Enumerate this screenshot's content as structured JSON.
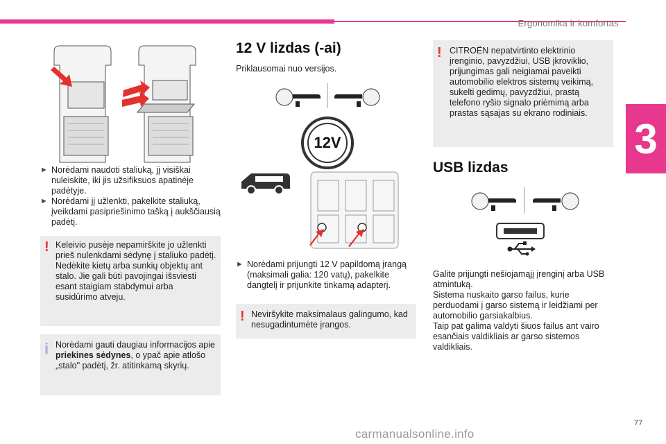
{
  "header": {
    "title": "Ergonomika ir komfortas"
  },
  "chapter": {
    "number": "3"
  },
  "page": {
    "number": "77"
  },
  "watermark": {
    "text": "carmanualsonline.info"
  },
  "left": {
    "bullets": [
      "Norėdami naudoti staliuką, jį visiškai nuleiskite, iki jis užsifiksuos apatinėje padėtyje.",
      "Norėdami jį užlenkti, pakelkite staliuką, įveikdami pasipriešinimo tašką į aukščiausią padėtį."
    ],
    "warning": "Keleivio pusėje nepamirškite jo užlenkti prieš nulenkdami sėdynę į staliuko padėtį. Nedėkite kietų arba sunkių objektų ant stalo. Jie gali būti pavojingai išsviesti esant staigiam stabdymui arba susidūrimo atveju.",
    "info_pre": "Norėdami gauti daugiau informacijos apie ",
    "info_bold": "priekines sėdynes",
    "info_post": ", o ypač apie atlošo „stalo\" padėtį, žr. atitinkamą skyrių."
  },
  "middle": {
    "title": "12 V lizdas (-ai)",
    "subtitle": "Priklausomai nuo versijos.",
    "socket_label": "12V",
    "bullet": "Norėdami prijungti 12 V papildomą įrangą (maksimali galia: 120 vatų), pakelkite dangtelį ir prijunkite tinkamą adapterį.",
    "warning": "Neviršykite maksimalaus galingumo, kad nesugadintumėte įrangos."
  },
  "right": {
    "warning": "CITROËN nepatvirtinto elektrinio įrenginio, pavyzdžiui, USB įkroviklio, prijungimas gali neigiamai paveikti automobilio elektros sistemų veikimą, sukelti gedimų, pavyzdžiui, prastą telefono ryšio signalo priėmimą arba prastas sąsajas su ekrano rodiniais.",
    "title": "USB lizdas",
    "body": [
      "Galite prijungti nešiojamąjį įrenginį arba USB atmintuką.",
      "Sistema nuskaito garso failus, kurie perduodami į garso sistemą ir leidžiami per automobilio garsiakalbius.",
      "Taip pat galima valdyti šiuos failus ant vairo esančiais valdikliais ar garso sistemos valdikliais."
    ]
  }
}
